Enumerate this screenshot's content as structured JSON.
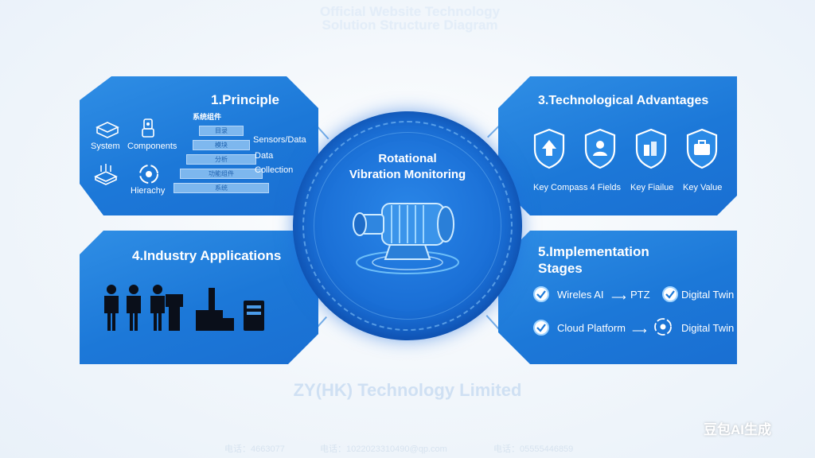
{
  "header": {
    "line1": "Official Website Technology",
    "line2": "Solution Structure Diagram"
  },
  "center": {
    "title_line1": "Rotational",
    "title_line2": "Vibration Monitoring"
  },
  "principle": {
    "title": "1.Principle",
    "icons": [
      {
        "label": "System",
        "icon": "server-icon"
      },
      {
        "label": "Components",
        "icon": "robot-icon"
      },
      {
        "label": "Hierachy",
        "icon": "network-device-icon"
      },
      {
        "label": "",
        "icon": "gear-cycle-icon"
      }
    ],
    "pyramid_title": "系统组件",
    "pyramid_levels": [
      "目录",
      "模块",
      "分析",
      "功能组件",
      "系统"
    ],
    "side_text": [
      "Sensors/Data",
      "Data",
      "Collection"
    ]
  },
  "advantages": {
    "title": "3.Technological Advantages",
    "shields": [
      {
        "icon": "arrow-up-shield-icon"
      },
      {
        "icon": "user-shield-icon"
      },
      {
        "icon": "chart-shield-icon"
      },
      {
        "icon": "briefcase-shield-icon"
      }
    ],
    "labels": [
      "Key Compass 4 Fields",
      "Key Fiailue",
      "Key Value"
    ]
  },
  "industry": {
    "title": "4.Industry Applications"
  },
  "stages": {
    "title_line1": "5.Implementation",
    "title_line2": "Stages",
    "row1": {
      "left": "Wireles AI",
      "right": "PTZ",
      "end": "Digital Twin"
    },
    "row2": {
      "left": "Cloud Platform",
      "end": "Digital Twin"
    }
  },
  "footer": {
    "company": "ZY(HK) Technology Limited",
    "contacts": [
      "电话：4663077",
      "电话：1022023310490@qp.com",
      "电话：05555446859"
    ]
  },
  "watermark": "豆包AI生成",
  "colors": {
    "panel_blue": "#1c78d8",
    "center_blue": "#1a6fd6",
    "accent_light": "#8fc3f3"
  }
}
